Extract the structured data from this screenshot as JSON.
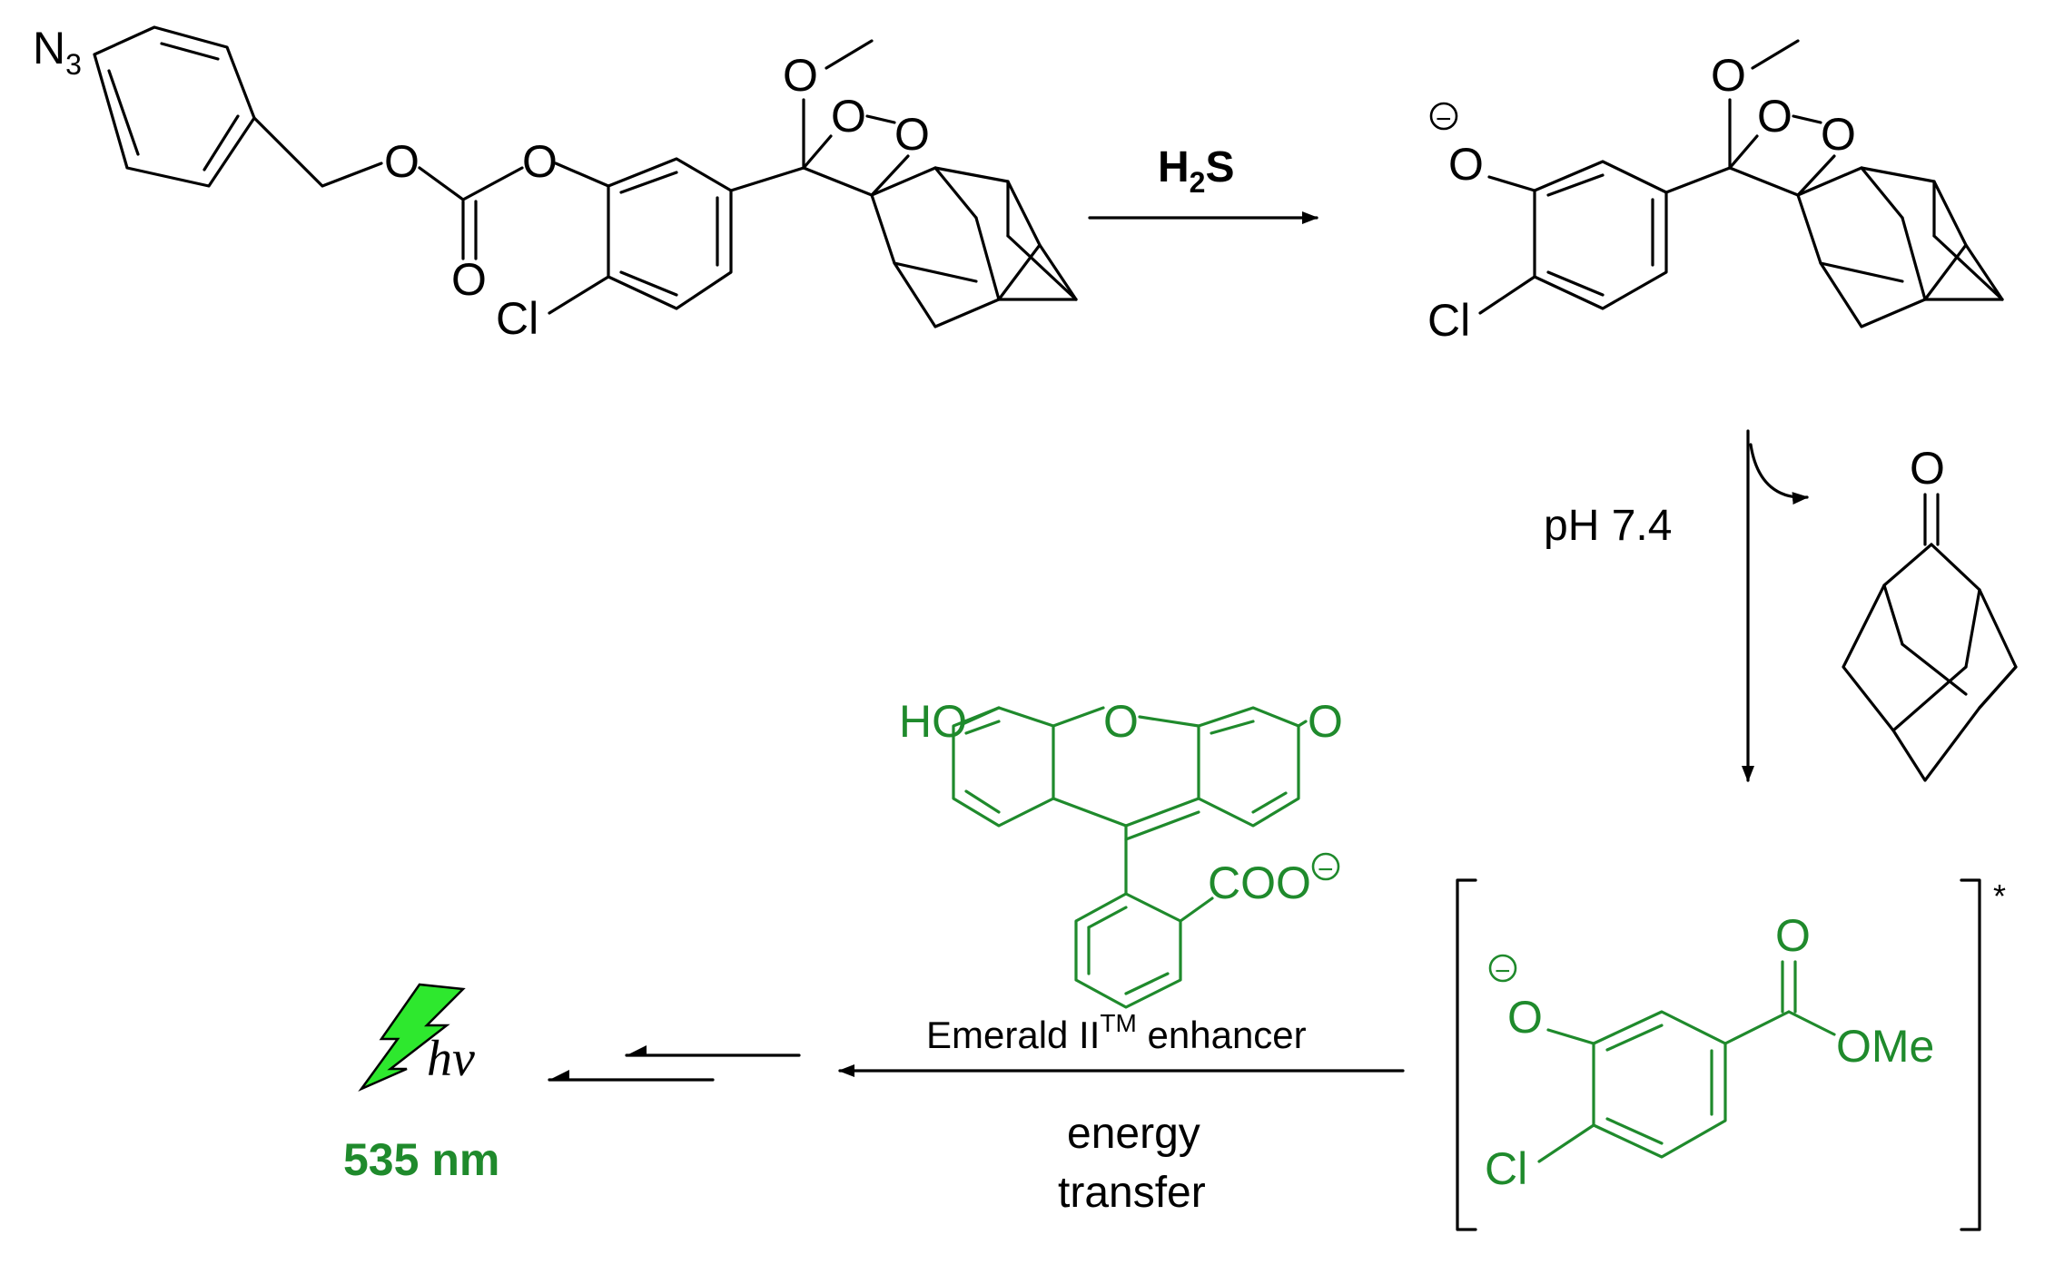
{
  "atoms": {
    "n3": "N",
    "n3_sub": "3",
    "o": "O",
    "cl": "Cl",
    "ome": "OMe",
    "ho": "HO",
    "coo": "COO",
    "minus": "−"
  },
  "reagents": {
    "h2s_h": "H",
    "h2s_sub": "2",
    "h2s_s": "S",
    "ph": "pH 7.4",
    "enhancer_main": "Emerald II",
    "enhancer_sup": "TM",
    "enhancer_tail": " enhancer",
    "energy": "energy",
    "transfer": "transfer"
  },
  "emission": {
    "hv": "hv",
    "wavelength": "535 nm"
  },
  "excited_marker": "*",
  "colors": {
    "black": "#000000",
    "green": "#1f8a2c",
    "lightning": "#2ee82e"
  }
}
